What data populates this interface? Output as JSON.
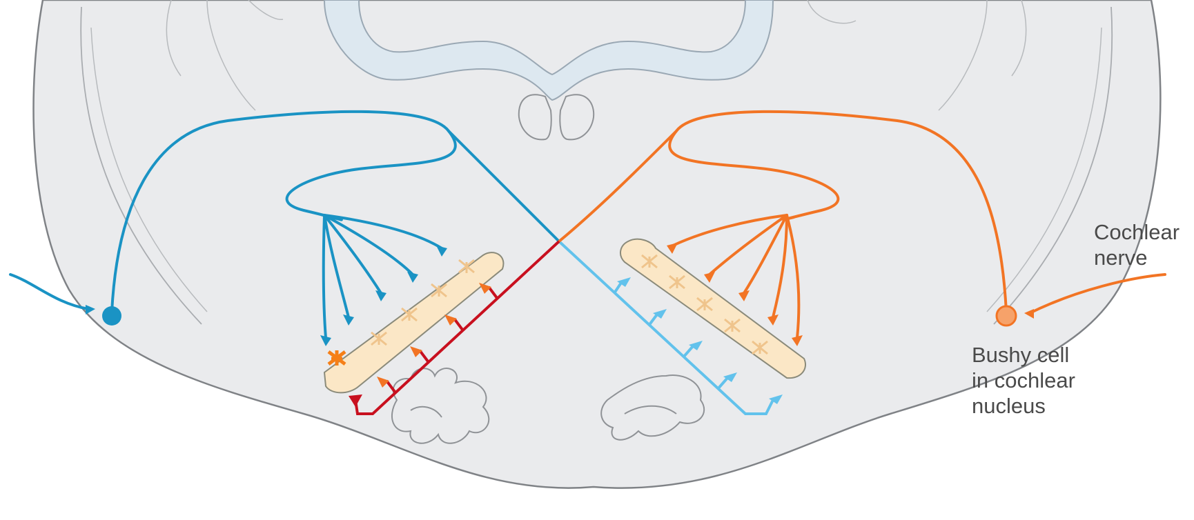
{
  "labels": {
    "cochlear_nerve": [
      "Cochlear",
      "nerve"
    ],
    "bushy_cell": [
      "Bushy cell",
      "in cochlear",
      "nucleus"
    ]
  },
  "colors": {
    "brainstem_fill": "#eaebed",
    "brainstem_outline": "#7f8286",
    "ventricle_fill": "#dde8f0",
    "left_pathway": "#1a93c4",
    "right_pathway": "#f27424",
    "contralateral_axon_red": "#c8101f",
    "contralateral_axon_light_blue": "#62c2ec",
    "mso_fill": "#fbe7c6",
    "mso_cell": "#efc48c",
    "highlighted_cell": "#f57f17",
    "label_text": "#4a4a4a"
  }
}
